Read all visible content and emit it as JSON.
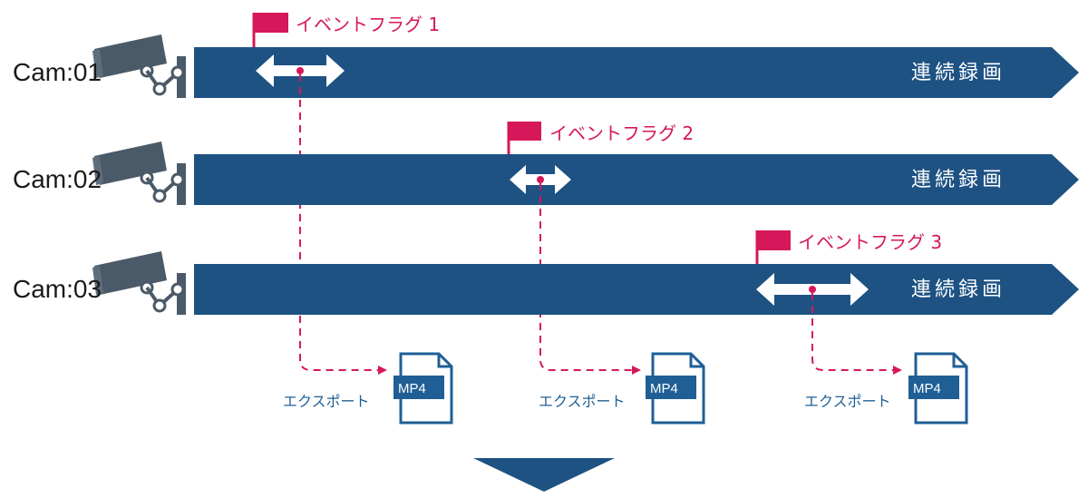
{
  "colors": {
    "band": "#1d5283",
    "event": "#d6185b",
    "camera": "#4b5a68",
    "file": "#1f5f96",
    "arrow_white": "#ffffff"
  },
  "cameras": [
    {
      "label": "Cam:01",
      "band_label": "連続録画",
      "flag_label": "イベントフラグ 1",
      "export_label": "エクスポート",
      "file_label": "MP4",
      "icon": "security-camera-icon"
    },
    {
      "label": "Cam:02",
      "band_label": "連続録画",
      "flag_label": "イベントフラグ 2",
      "export_label": "エクスポート",
      "file_label": "MP4",
      "icon": "security-camera-icon"
    },
    {
      "label": "Cam:03",
      "band_label": "連続録画",
      "flag_label": "イベントフラグ 3",
      "export_label": "エクスポート",
      "file_label": "MP4",
      "icon": "security-camera-icon"
    }
  ],
  "bottom_indicator": "down-triangle-icon"
}
